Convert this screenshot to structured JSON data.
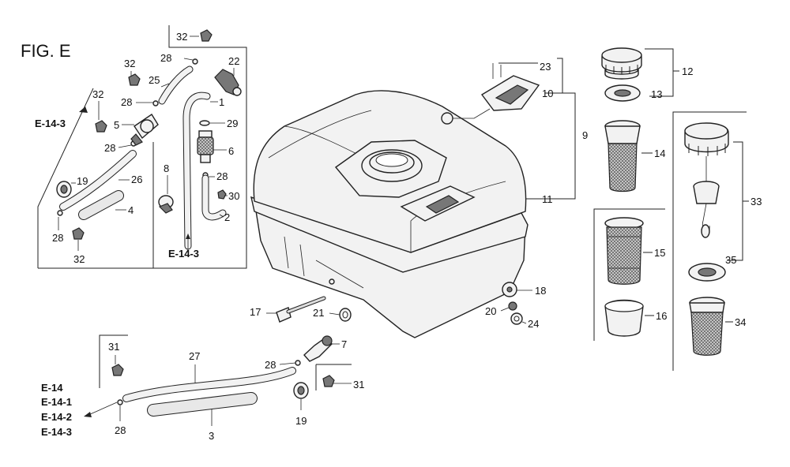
{
  "figure_title": "FIG. E",
  "references": {
    "upper_left": "E-14-3",
    "center_left": "E-14-3",
    "lower_left": [
      "E-14",
      "E-14-1",
      "E-14-2",
      "E-14-3"
    ]
  },
  "callouts": {
    "n1": "1",
    "n2": "2",
    "n3": "3",
    "n4": "4",
    "n5": "5",
    "n6": "6",
    "n7": "7",
    "n8": "8",
    "n9": "9",
    "n10": "10",
    "n11": "11",
    "n12": "12",
    "n13": "13",
    "n14": "14",
    "n15": "15",
    "n16": "16",
    "n17": "17",
    "n18": "18",
    "n19": "19",
    "n20": "20",
    "n21": "21",
    "n22": "22",
    "n23": "23",
    "n24": "24",
    "n25": "25",
    "n26": "26",
    "n27": "27",
    "n28": "28",
    "n29": "29",
    "n30": "30",
    "n31": "31",
    "n32": "32",
    "n33": "33",
    "n34": "34",
    "n35": "35"
  }
}
